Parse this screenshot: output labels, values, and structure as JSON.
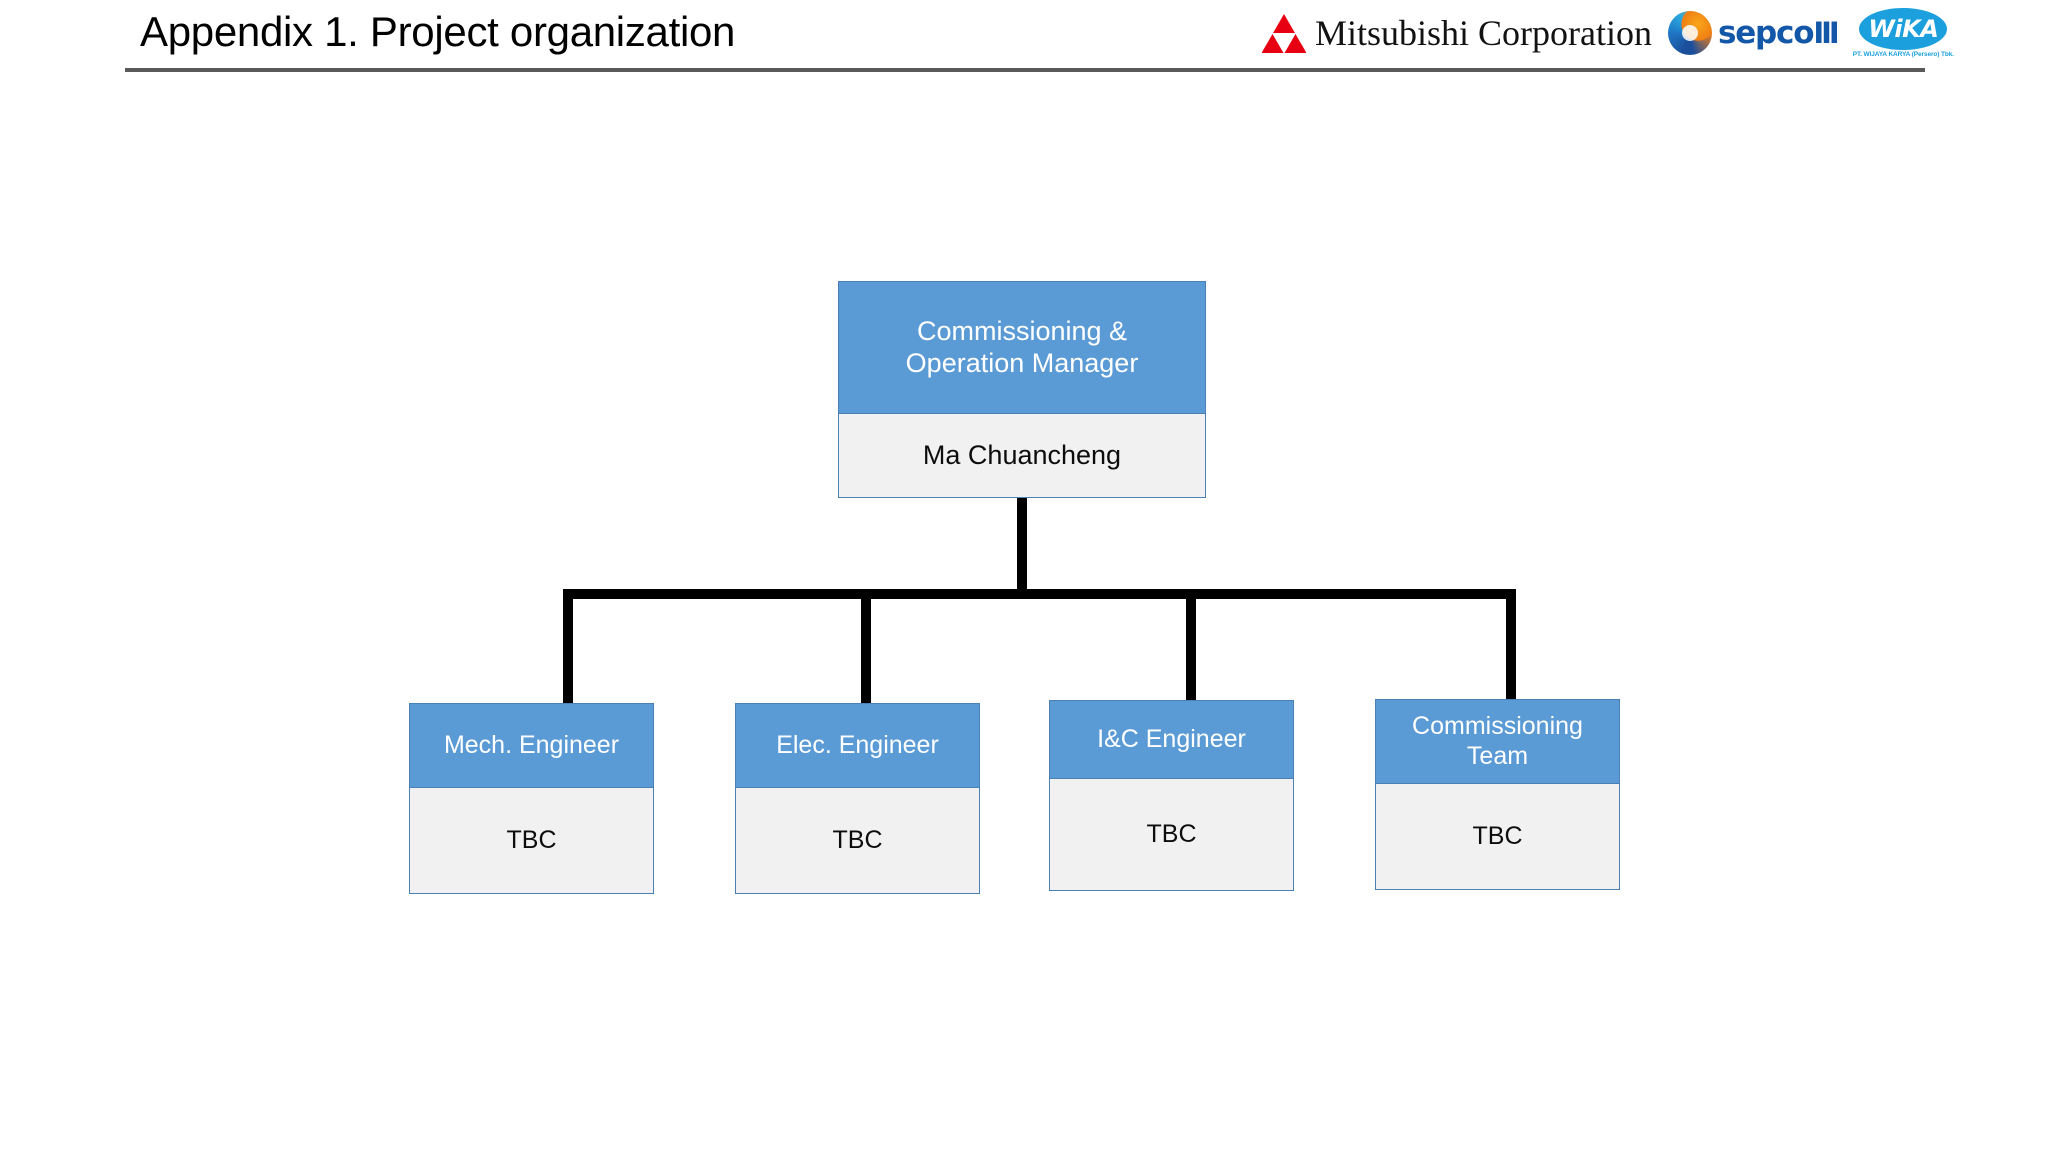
{
  "header": {
    "title": "Appendix 1. Project organization",
    "logos": [
      {
        "name": "mitsubishi",
        "wordmark": "Mitsubishi Corporation",
        "mark_color": "#e60012"
      },
      {
        "name": "sepco-iii",
        "wordmark": "sepco",
        "wordmark_suffix": "III",
        "mark_colors": [
          "#f5a623",
          "#1257a8"
        ],
        "text_color": "#1257a8"
      },
      {
        "name": "wika",
        "wordmark": "WiKA",
        "caption": "PT. WIJAYA KARYA (Persero) Tbk.",
        "brand_color": "#1ba0dd"
      }
    ]
  },
  "colors": {
    "node_header_bg": "#5b9bd5",
    "node_body_bg": "#f1f1f1",
    "node_border": "#4a80b4",
    "connector": "#000000",
    "rule": "#5a5a5a",
    "header_text": "#ffffff",
    "body_text": "#0d0d0d"
  },
  "chart": {
    "type": "org-chart",
    "root": {
      "role_line1": "Commissioning &",
      "role_line2": "Operation Manager",
      "person": "Ma Chuancheng"
    },
    "children": [
      {
        "role": "Mech. Engineer",
        "person": "TBC"
      },
      {
        "role": "Elec. Engineer",
        "person": "TBC"
      },
      {
        "role": "I&C Engineer",
        "person": "TBC"
      },
      {
        "role_line1": "Commissioning",
        "role_line2": "Team",
        "person": "TBC"
      }
    ]
  }
}
